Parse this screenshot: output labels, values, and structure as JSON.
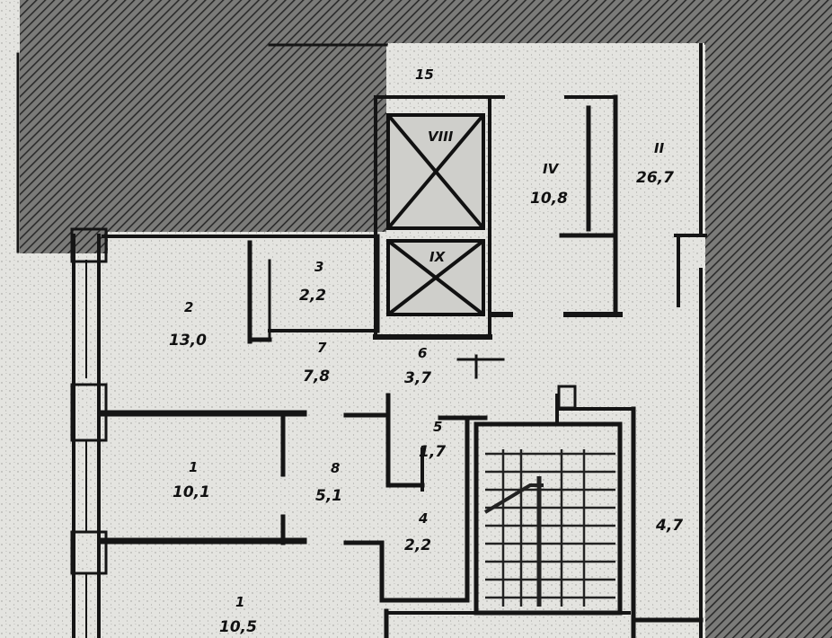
{
  "plan": {
    "rooms": [
      {
        "id": "room-living-left",
        "number": "2",
        "area": "13,0"
      },
      {
        "id": "room-small-top",
        "number": "3",
        "area": "2,2"
      },
      {
        "id": "room-hall-center",
        "number": "7",
        "area": "7,8"
      },
      {
        "id": "room-corridor-mid",
        "number": "6",
        "area": "3,7"
      },
      {
        "id": "room-bath",
        "number": "5",
        "area": "1,7"
      },
      {
        "id": "room-bedroom-left",
        "number": "1",
        "area": "10,1"
      },
      {
        "id": "room-closet",
        "number": "8",
        "area": "5,1"
      },
      {
        "id": "room-wc",
        "number": "4",
        "area": "2,2"
      },
      {
        "id": "room-bottom-left",
        "number": "1",
        "area": "10,5"
      },
      {
        "id": "room-lobby",
        "number": "IV",
        "area": "10,8"
      },
      {
        "id": "room-right-top",
        "number": "II",
        "area": "26,7"
      },
      {
        "id": "room-right-bottom",
        "number": "",
        "area": "4,7"
      }
    ],
    "lifts": [
      "VIII",
      "IX"
    ],
    "top_marker": "15"
  }
}
